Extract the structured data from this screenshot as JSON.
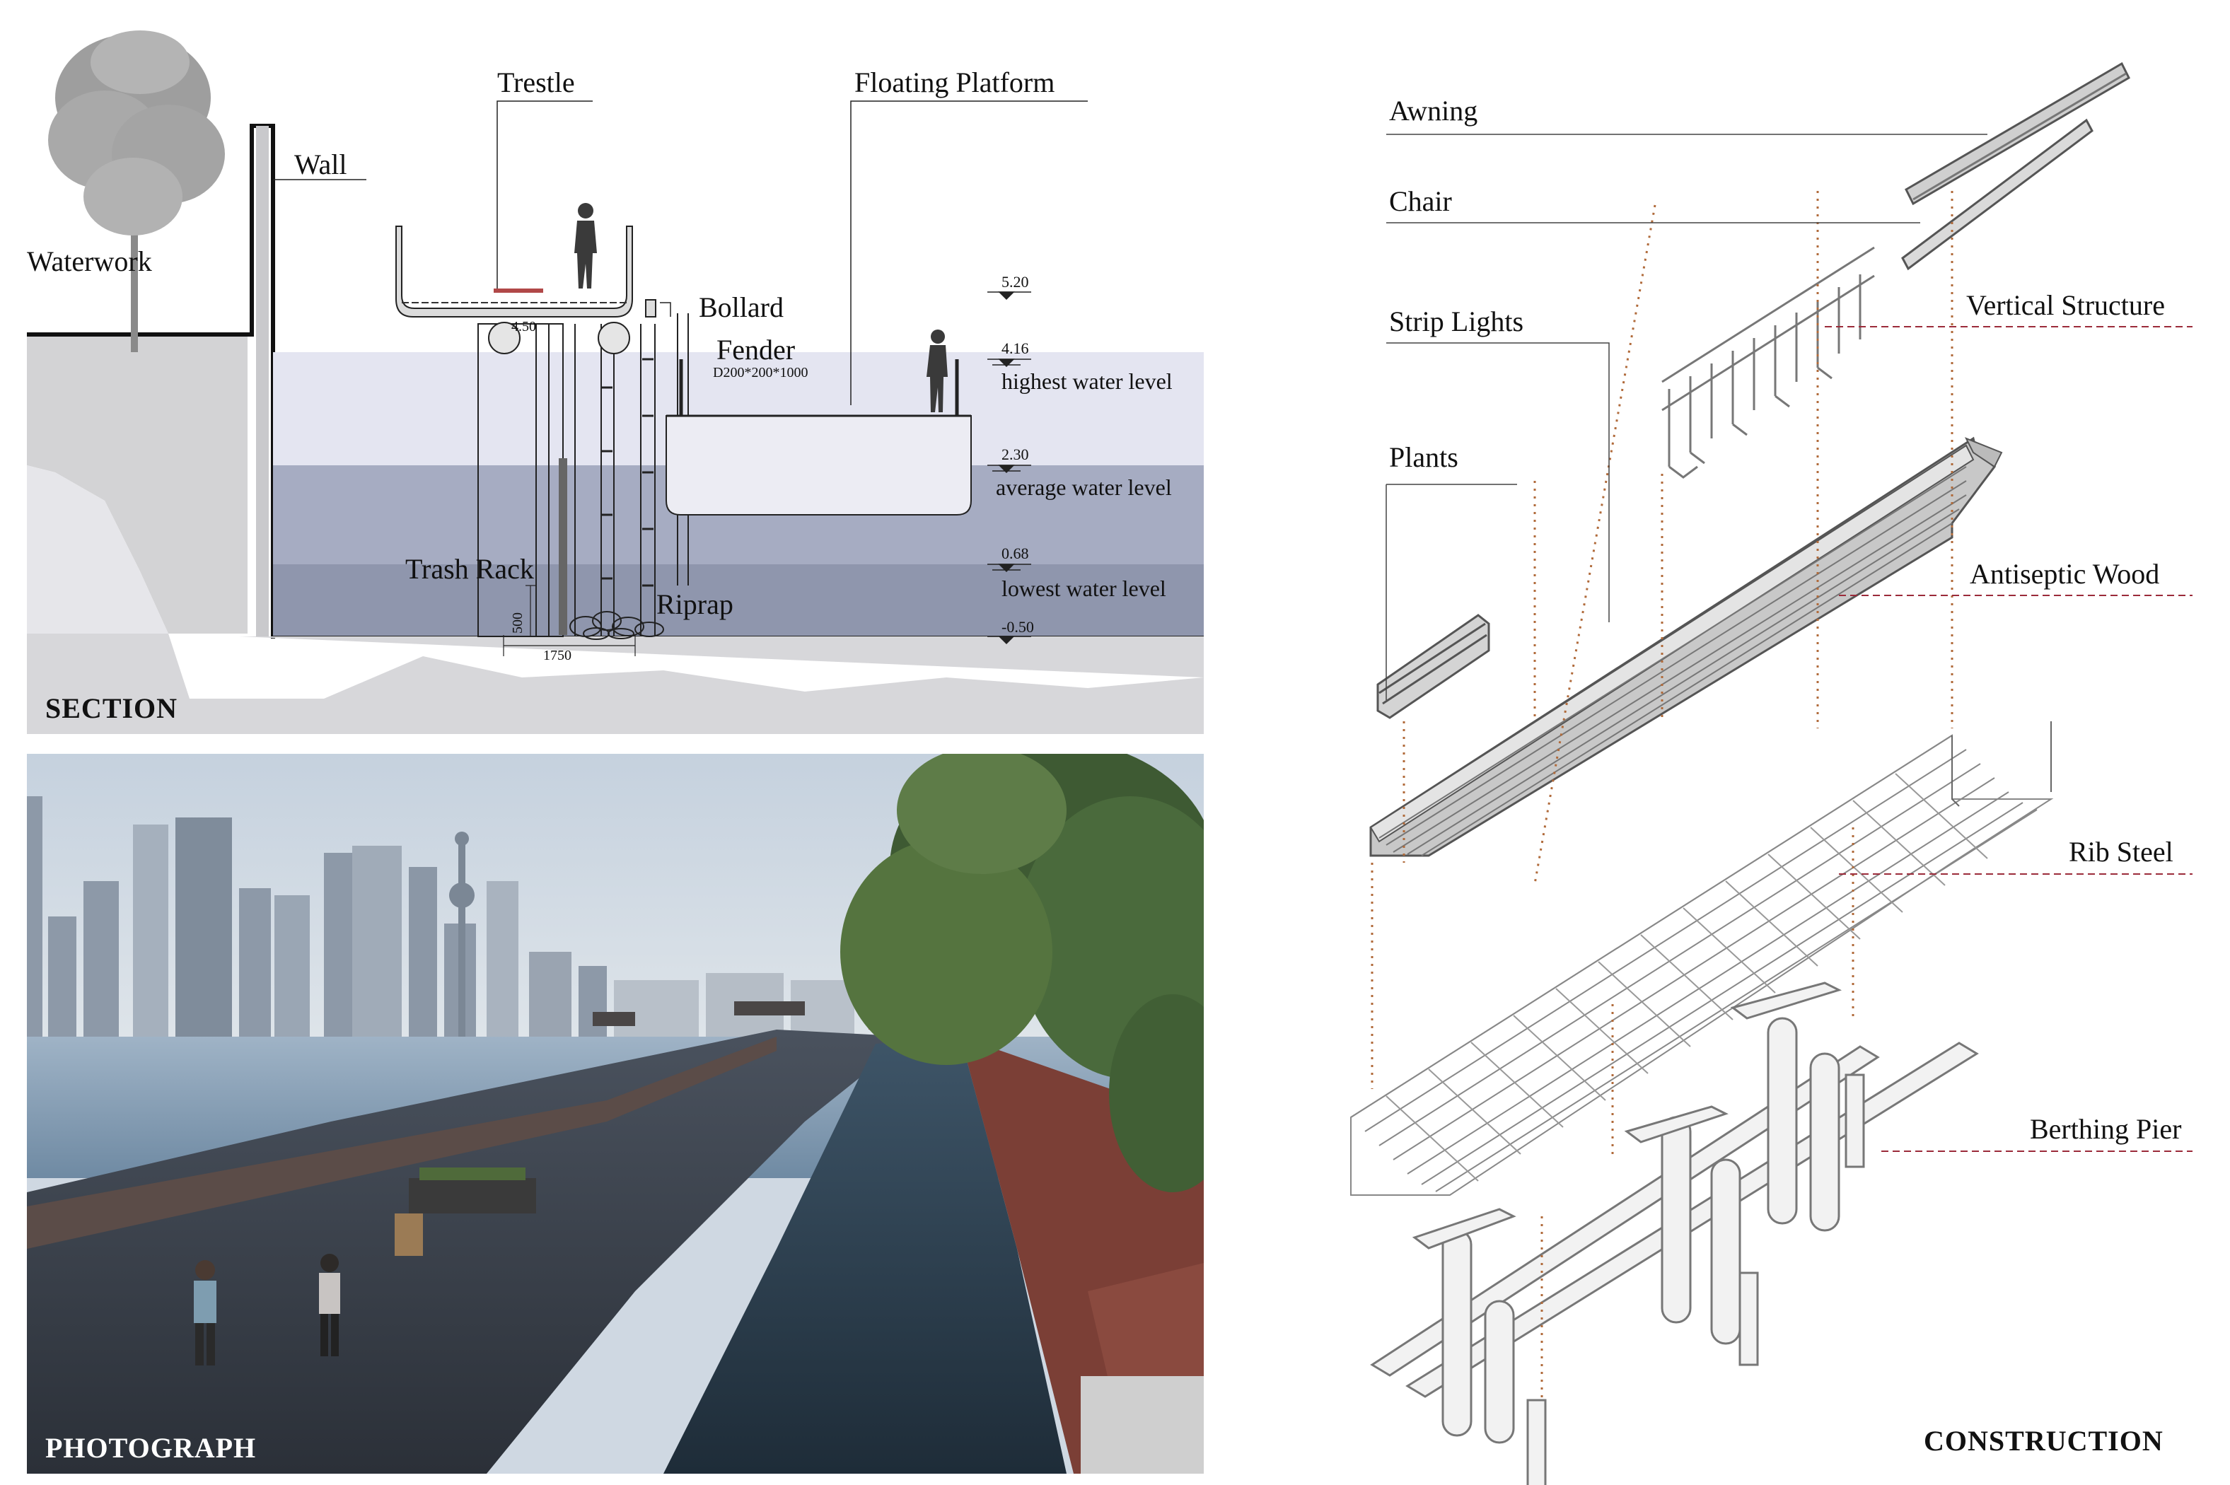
{
  "section": {
    "caption": "SECTION",
    "labels": {
      "trestle": "Trestle",
      "floating_platform": "Floating Platform",
      "wall": "Wall",
      "waterwork": "Waterwork",
      "bollard": "Bollard",
      "fender": "Fender",
      "fender_spec": "D200*200*1000",
      "trash_rack": "Trash Rack",
      "riprap": "Riprap",
      "bollard_elev": "4.50",
      "dim_width": "1750",
      "dim_height": "500"
    },
    "levels": [
      {
        "value": "5.20",
        "name": ""
      },
      {
        "value": "4.16",
        "name": "highest water level"
      },
      {
        "value": "2.30",
        "name": "average water level"
      },
      {
        "value": "0.68",
        "name": "lowest water level"
      },
      {
        "value": "-0.50",
        "name": ""
      }
    ],
    "colors": {
      "ground": "#d3d3d5",
      "water_high": "#e4e5f1",
      "water_avg": "#a6acc2",
      "water_low": "#8f96ad"
    }
  },
  "photograph": {
    "caption": "PHOTOGRAPH"
  },
  "construction": {
    "caption": "CONSTRUCTION",
    "labels": {
      "awning": "Awning",
      "chair": "Chair",
      "vertical_structure": "Vertical Structure",
      "strip_lights": "Strip Lights",
      "plants": "Plants",
      "antiseptic_wood": "Antiseptic Wood",
      "rib_steel": "Rib Steel",
      "berthing_pier": "Berthing Pier"
    },
    "colors": {
      "leader_dashed": "#9b2b3a",
      "leader_dotted": "#b06a3a"
    }
  }
}
